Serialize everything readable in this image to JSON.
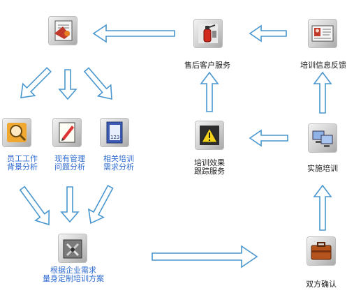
{
  "colors": {
    "arrow_fill": "#ffffff",
    "arrow_stroke": "#4a97cf",
    "label_blue": "#2e6bd0",
    "label_black": "#1a1a1a"
  },
  "nodes": {
    "root": {
      "icon": "form-document-icon"
    },
    "staff_analysis": {
      "icon": "magnifier-icon",
      "label_line1": "员工工作",
      "label_line2": "背景分析"
    },
    "mgmt_problem": {
      "icon": "pencil-note-icon",
      "label_line1": "现有管理",
      "label_line2": "问题分析"
    },
    "training_needs": {
      "icon": "notebook-123-icon",
      "label_line1": "相关培训",
      "label_line2": "需求分析"
    },
    "custom_plan": {
      "icon": "toolbox-icon",
      "label_line1": "根据企业需求",
      "label_line2": "量身定制培训方案"
    },
    "mutual_confirm": {
      "icon": "briefcase-icon",
      "label": "双方确认"
    },
    "implement": {
      "icon": "computers-icon",
      "label": "实施培训"
    },
    "tracking": {
      "icon": "warning-sign-icon",
      "label_line1": "培训效果",
      "label_line2": "跟踪服务"
    },
    "after_sales": {
      "icon": "fire-extinguisher-icon",
      "label": "售后客户服务"
    },
    "feedback": {
      "icon": "id-card-icon",
      "label": "培训信息反馈"
    }
  }
}
